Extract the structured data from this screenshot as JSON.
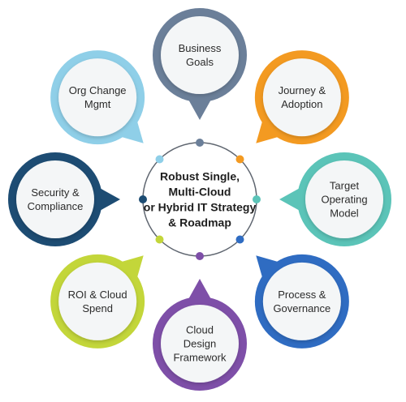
{
  "center": {
    "lines": [
      "Robust Single,",
      "Multi-Cloud",
      "or Hybrid IT Strategy",
      "& Roadmap"
    ]
  },
  "nodes": [
    {
      "id": "business-goals",
      "lines": [
        "Business",
        "Goals"
      ],
      "color": "#6b7f99"
    },
    {
      "id": "journey-adoption",
      "lines": [
        "Journey &",
        "Adoption"
      ],
      "color": "#f39a21"
    },
    {
      "id": "target-operating-model",
      "lines": [
        "Target",
        "Operating",
        "Model"
      ],
      "color": "#5bc4b8"
    },
    {
      "id": "process-governance",
      "lines": [
        "Process &",
        "Governance"
      ],
      "color": "#2f6cc2"
    },
    {
      "id": "cloud-design-framework",
      "lines": [
        "Cloud",
        "Design",
        "Framework"
      ],
      "color": "#7e4fa8"
    },
    {
      "id": "roi-cloud-spend",
      "lines": [
        "ROI & Cloud",
        "Spend"
      ],
      "color": "#c3d63a"
    },
    {
      "id": "security-compliance",
      "lines": [
        "Security &",
        "Compliance"
      ],
      "color": "#1d4c73"
    },
    {
      "id": "org-change-mgmt",
      "lines": [
        "Org Change",
        "Mgmt"
      ],
      "color": "#8fcfe8"
    }
  ]
}
